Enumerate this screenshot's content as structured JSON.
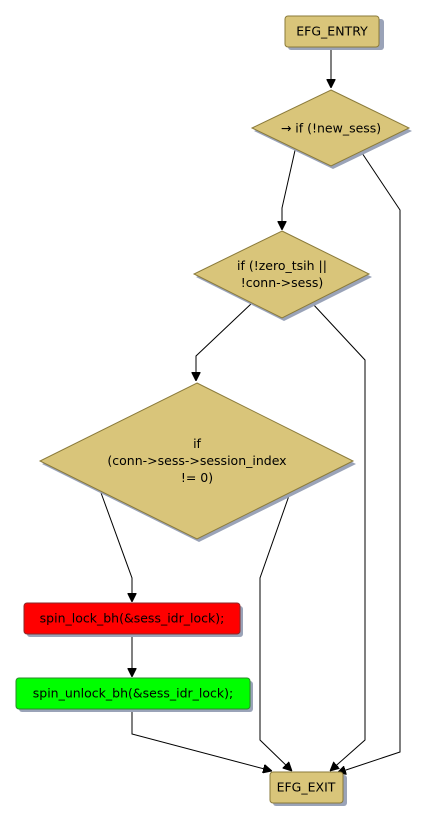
{
  "colors": {
    "node_fill": "#d9c57a",
    "node_stroke": "#8a7a3a",
    "lock_fill": "#ff0000",
    "unlock_fill": "#00ff00",
    "shadow": "#9aa3b8"
  },
  "nodes": {
    "entry": {
      "label": "EFG_ENTRY"
    },
    "cond1": {
      "lines": [
        "→ if (!new_sess)"
      ]
    },
    "cond2": {
      "lines": [
        "if (!zero_tsih ||",
        "!conn->sess)"
      ]
    },
    "cond3": {
      "lines": [
        "if",
        "(conn->sess->session_index",
        "!= 0)"
      ]
    },
    "lock": {
      "label": "spin_lock_bh(&sess_idr_lock);"
    },
    "unlock": {
      "label": "spin_unlock_bh(&sess_idr_lock);"
    },
    "exit": {
      "label": "EFG_EXIT"
    }
  }
}
